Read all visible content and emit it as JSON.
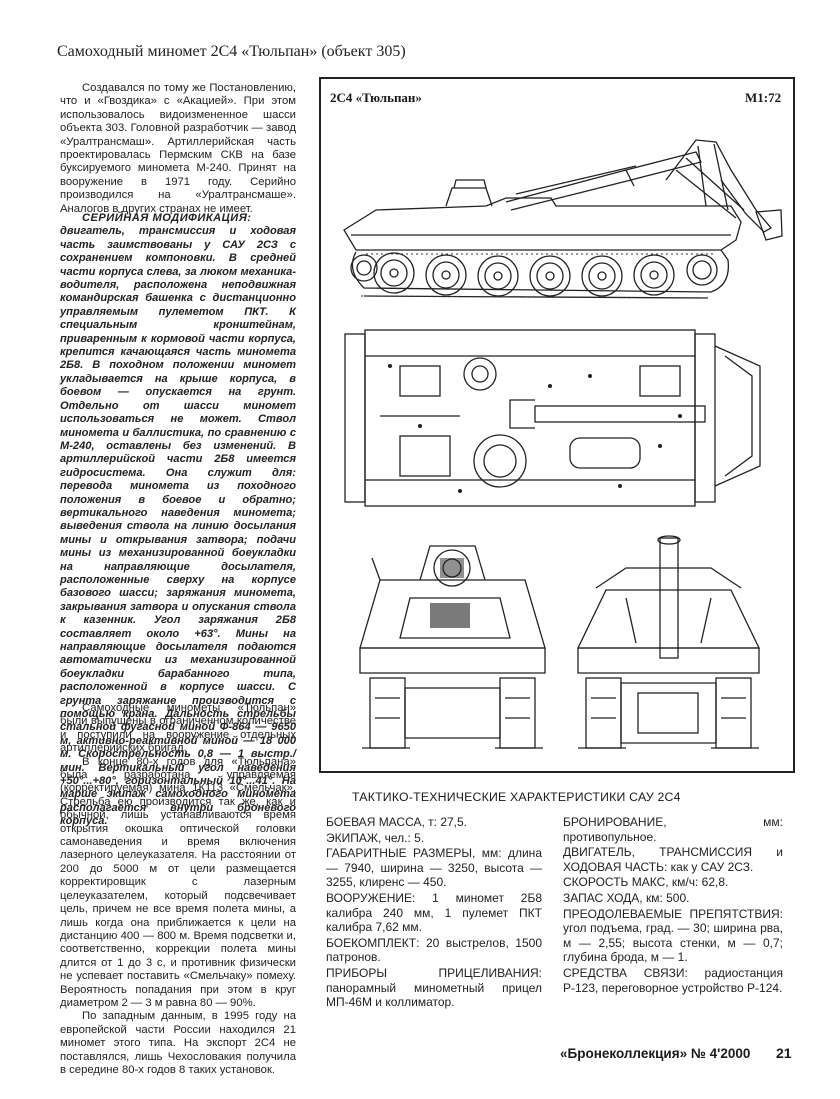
{
  "page_title": "Самоходный миномет 2С4 «Тюльпан» (объект 305)",
  "intro": [
    "Создавался по тому же Постановлению, что и «Гвоздика» с «Акацией». При этом использовалось видоизмененное шасси объекта 303. Головной разработчик — завод «Уралтрансмаш». Артиллерийская часть проектировалась Пермским СКВ на базе буксируемого миномета М-240. Принят на вооружение в 1971 году. Серийно производился на «Уралтрансмаше». Аналогов в других странах не имеет."
  ],
  "serial": {
    "heading": "СЕРИЙНАЯ МОДИФИКАЦИЯ:",
    "text": "двигатель, трансмиссия и ходовая часть заимствованы у САУ 2СЗ с сохранением компоновки. В средней части корпуса слева, за люком механика-водителя, расположена неподвижная командирская башенка с дистанционно управляемым пулеметом ПКТ. К специальным кронштейнам, приваренным к кормовой части корпуса, крепится качающаяся часть миномета 2Б8. В походном положении миномет укладывается на крыше корпуса, в боевом — опускается на грунт. Отдельно от шасси миномет использоваться не может. Ствол миномета и баллистика, по сравнению с М-240, оставлены без изменений. В артиллерийской части 2Б8 имеется гидросистема. Она служит для: перевода миномета из походного положения в боевое и обратно; вертикального наведения миномета; выведения ствола на линию досылания мины и открывания затвора; подачи мины из механизированной боеукладки на направляющие досылателя, расположенные сверху на корпусе базового шасси; заряжания миномета, закрывания затвора и опускания ствола к казенник. Угол заряжания 2Б8 составляет около +63°. Мины на направляющие досылателя подаются автоматически из механизированной боеукладки барабанного типа, расположенной в корпусе шасси. С грунта заряжание производится с помощью крана. Дальность стрельбы стальной фугасной миной Ф-864 — 9650 м, активно-реактивной миной — 18 000 м. Скорострельность 0,8 — 1 выстр./мин. Вертикальный угол наведения +50°...+80°, горизонтальный 10°...41°. На марше экипаж самоходного миномета располагается внутри броневого корпуса."
  },
  "after": [
    "Самоходные минометы «Тюльпан» были выпущены в ограниченном количестве и поступили на вооружение отдельных артиллерийских бригад.",
    "В конце 80-х годов для «Тюльпана» была разработана управляемая (корректируемая) мина 1К113 «Смельчак». Стрельба ею производится так же, как и обычной, лишь устанавливаются время открытия окошка оптической головки самонаведения и время включения лазерного целеуказателя. На расстоянии от 200 до 5000 м от цели размещается корректировщик с лазерным целеуказателем, который подсвечивает цель, причем не все время полета мины, а лишь когда она приближается к цели на дистанцию 400 — 800 м. Время подсветки и, соответственно, коррекции полета мины длится от 1 до 3 с, и противник физически не успевает поставить «Смельчаку» помеху. Вероятность попадания при этом в круг диаметром 2 — 3 м равна 80 — 90%.",
    "По западным данным, в 1995 году на европейской части России находился 21 миномет этого типа. На экспорт 2С4 не поставлялся, лишь Чехословакия получила в середине 80-х годов 8 таких установок."
  ],
  "figure": {
    "title": "2С4 «Тюльпан»",
    "scale": "М1:72"
  },
  "tth": {
    "title": "ТАКТИКО-ТЕХНИЧЕСКИЕ ХАРАКТЕРИСТИКИ САУ 2С4",
    "col1": [
      "БОЕВАЯ МАССА, т: 27,5.",
      "ЭКИПАЖ, чел.: 5.",
      "ГАБАРИТНЫЕ РАЗМЕРЫ, мм: длина — 7940, ширина — 3250, высота — 3255, клиренс — 450.",
      "ВООРУЖЕНИЕ: 1 миномет 2Б8 калибра 240 мм, 1 пулемет ПКТ калибра 7,62 мм.",
      "БОЕКОМПЛЕКТ: 20 выстрелов, 1500 патронов.",
      "ПРИБОРЫ ПРИЦЕЛИВАНИЯ: панорамный минометный прицел МП-46М и коллиматор."
    ],
    "col2": [
      "БРОНИРОВАНИЕ, мм: противопульное.",
      "ДВИГАТЕЛЬ, ТРАНСМИССИЯ и ХОДОВАЯ ЧАСТЬ: как у САУ 2СЗ.",
      "СКОРОСТЬ МАКС, км/ч: 62,8.",
      "ЗАПАС ХОДА, км: 500.",
      "ПРЕОДОЛЕВАЕМЫЕ ПРЕПЯТСТВИЯ: угол подъема, град. — 30; ширина рва, м — 2,55; высота стенки, м — 0,7; глубина брода, м — 1.",
      "СРЕДСТВА СВЯЗИ: радиостанция Р-123, переговорное устройство Р-124."
    ]
  },
  "footer": {
    "magazine": "«Бронеколлекция» № 4'2000",
    "page": "21"
  }
}
